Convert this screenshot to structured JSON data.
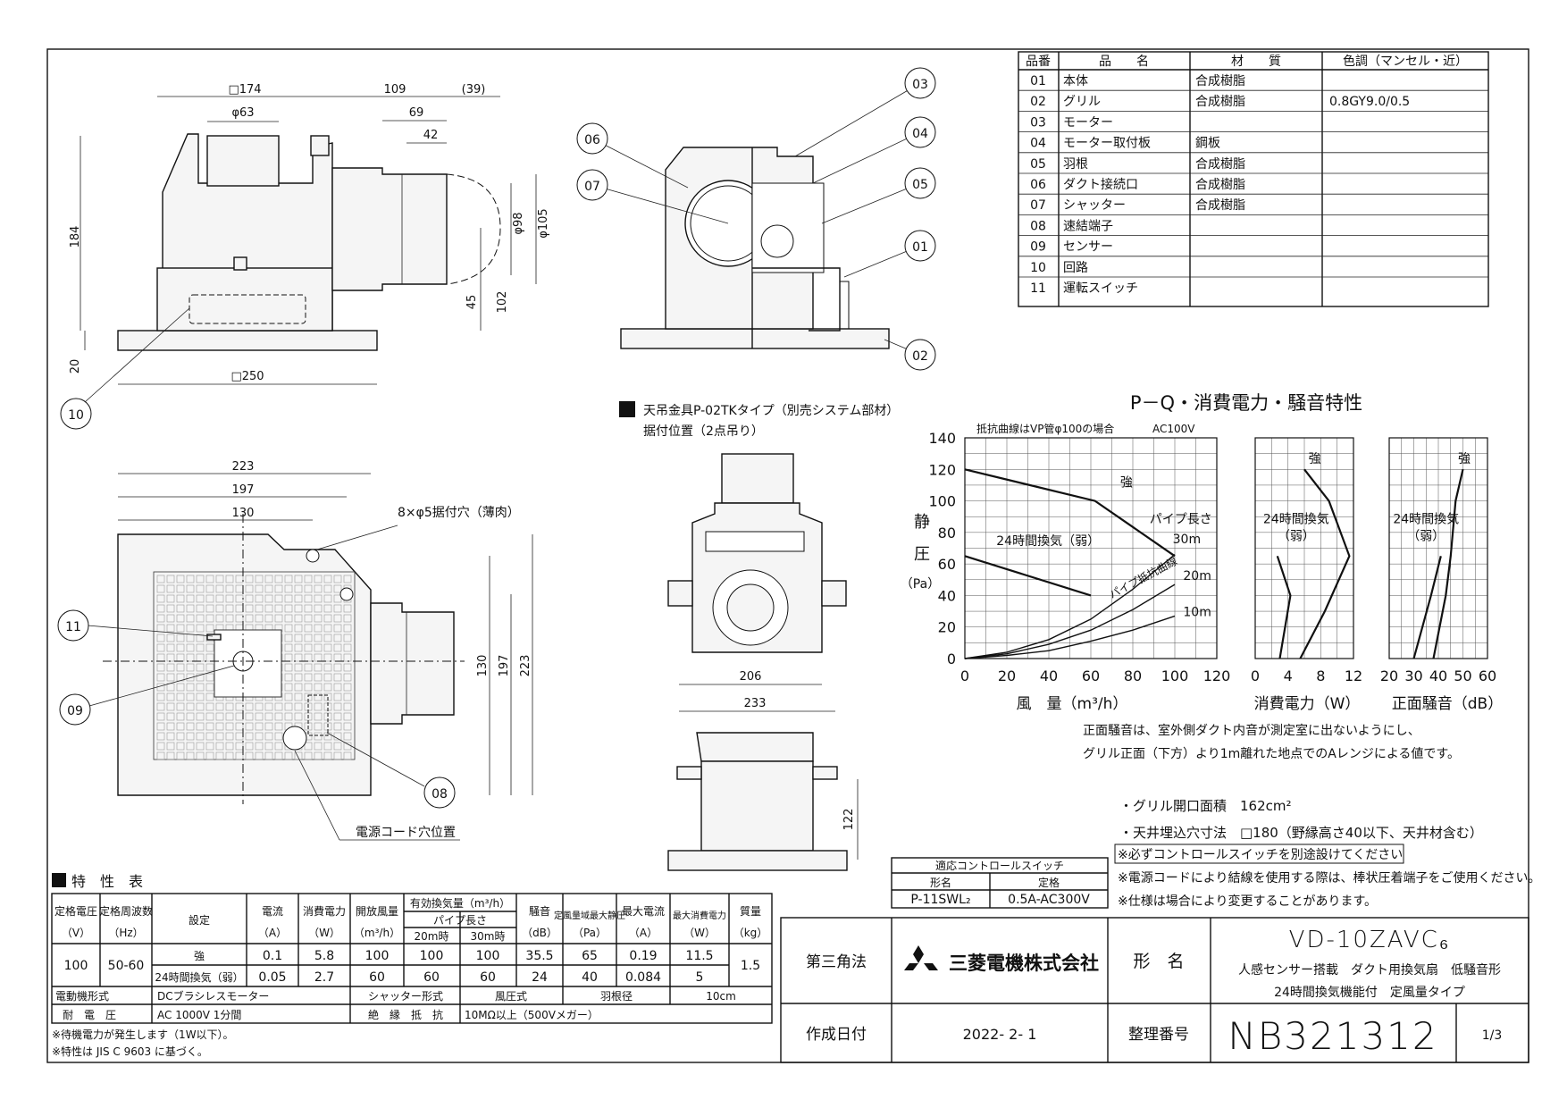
{
  "parts_table": {
    "headers": [
      "品番",
      "品　　名",
      "材　　質",
      "色調（マンセル・近）"
    ],
    "rows": [
      [
        "01",
        "本体",
        "合成樹脂",
        ""
      ],
      [
        "02",
        "グリル",
        "合成樹脂",
        "0.8GY9.0/0.5"
      ],
      [
        "03",
        "モーター",
        "",
        ""
      ],
      [
        "04",
        "モーター取付板",
        "鋼板",
        ""
      ],
      [
        "05",
        "羽根",
        "合成樹脂",
        ""
      ],
      [
        "06",
        "ダクト接続口",
        "合成樹脂",
        ""
      ],
      [
        "07",
        "シャッター",
        "合成樹脂",
        ""
      ],
      [
        "08",
        "速結端子",
        "",
        ""
      ],
      [
        "09",
        "センサー",
        "",
        ""
      ],
      [
        "10",
        "回路",
        "",
        ""
      ],
      [
        "11",
        "運転スイッチ",
        "",
        ""
      ]
    ]
  },
  "side_view": {
    "dims": {
      "d174": "□174",
      "d109": "109",
      "d39": "(39)",
      "d63": "φ63",
      "d69": "69",
      "d42": "42",
      "d184": "184",
      "d98": "φ98",
      "d105": "φ105",
      "d45": "45",
      "d102": "102",
      "d20": "20",
      "d250": "□250"
    },
    "callout": "10"
  },
  "section_view": {
    "callouts": [
      "06",
      "07",
      "03",
      "04",
      "05",
      "01",
      "02"
    ]
  },
  "plan_view": {
    "dims": {
      "d223": "223",
      "d197": "197",
      "d130": "130",
      "v130": "130",
      "v197": "197",
      "v223": "223"
    },
    "holes_label": "8×φ5据付穴（薄肉）",
    "cord_label": "電源コード穴位置",
    "callouts": [
      "11",
      "09",
      "08"
    ]
  },
  "bracket": {
    "title": "天吊金具P-02TKタイプ（別売システム部材）",
    "subtitle": "据付位置（2点吊り）",
    "dims": {
      "d206": "206",
      "d233": "233",
      "d122": "122"
    }
  },
  "chart_header": {
    "title": "P－Q・消費電力・騒音特性",
    "note": "抵抗曲線はVP管φ100の場合",
    "voltage": "AC100V"
  },
  "chart_data": [
    {
      "type": "line",
      "title": "",
      "xlabel": "風　量（m³/h）",
      "ylabel": "静圧（Pa）",
      "ylabel_chars": [
        "静",
        "圧",
        "（Pa）"
      ],
      "xlim": [
        0,
        120
      ],
      "ylim": [
        0,
        140
      ],
      "xticks": [
        0,
        20,
        40,
        60,
        80,
        100,
        120
      ],
      "yticks": [
        0,
        20,
        40,
        60,
        80,
        100,
        120,
        140
      ],
      "grid": true,
      "series": [
        {
          "name": "強",
          "x": [
            0,
            62,
            100
          ],
          "y": [
            120,
            100,
            65
          ]
        },
        {
          "name": "24時間換気（弱）",
          "x": [
            0,
            60
          ],
          "y": [
            65,
            40
          ]
        },
        {
          "name": "30m",
          "x": [
            0,
            20,
            40,
            60,
            80,
            100
          ],
          "y": [
            0,
            4,
            12,
            25,
            44,
            66
          ]
        },
        {
          "name": "20m",
          "x": [
            0,
            20,
            40,
            60,
            80,
            100
          ],
          "y": [
            0,
            3,
            9,
            18,
            31,
            47
          ]
        },
        {
          "name": "10m",
          "x": [
            0,
            20,
            40,
            60,
            80,
            100
          ],
          "y": [
            0,
            2,
            5,
            11,
            18,
            27
          ]
        }
      ],
      "annotations": [
        "パイプ長さ",
        "パイプ抵抗曲線"
      ]
    },
    {
      "type": "line",
      "title": "",
      "xlabel": "消費電力（W）",
      "xlim": [
        0,
        12
      ],
      "ylim": [
        0,
        140
      ],
      "xticks": [
        0,
        4,
        8,
        12
      ],
      "grid": true,
      "series": [
        {
          "name": "強",
          "x": [
            6.0,
            9.0,
            11.5,
            8.5,
            5.5
          ],
          "y": [
            120,
            100,
            65,
            30,
            0
          ]
        },
        {
          "name": "24時間換気（弱）",
          "x": [
            2.7,
            4.3,
            3.0
          ],
          "y": [
            65,
            40,
            0
          ]
        }
      ]
    },
    {
      "type": "line",
      "title": "",
      "xlabel": "正面騒音（dB）",
      "xlim": [
        20,
        60
      ],
      "ylim": [
        0,
        140
      ],
      "xticks": [
        20,
        30,
        40,
        50,
        60
      ],
      "grid": true,
      "series": [
        {
          "name": "強",
          "x": [
            50,
            47,
            45,
            43,
            38
          ],
          "y": [
            120,
            100,
            65,
            40,
            0
          ]
        },
        {
          "name": "24時間換気（弱）",
          "x": [
            41,
            37,
            30
          ],
          "y": [
            65,
            40,
            0
          ]
        }
      ]
    }
  ],
  "chart_notes": [
    "正面騒音は、室外側ダクト内音が測定室に出ないようにし、",
    "グリル正面（下方）より1m離れた地点でのAレンジによる値です。"
  ],
  "specs_notes": {
    "grill": "・グリル開口面積　162cm²",
    "ceiling": "・天井埋込穴寸法　□180（野縁高さ40以下、天井材含む）",
    "note1": "※必ずコントロールスイッチを別途設けてください",
    "note2": "※電源コードにより結線を使用する際は、棒状圧着端子をご使用ください。",
    "note3": "※仕様は場合により変更することがあります。"
  },
  "control_switch": {
    "title": "適応コントロールスイッチ",
    "col1": "形名",
    "col2": "定格",
    "model": "P-11SWL₂",
    "rating": "0.5A-AC300V"
  },
  "characteristics": {
    "title": "特　性　表",
    "h_voltage": "定格電圧",
    "h_freq": "定格周波数",
    "h_setting": "設定",
    "h_current": "電流",
    "h_power": "消費電力",
    "h_open": "開放風量",
    "h_eff": "有効換気量（m³/h）",
    "h_pipe": "パイプ長さ",
    "h_20": "20m時",
    "h_30": "30m時",
    "h_noise": "騒音",
    "h_sp": "定風量域最大静圧",
    "h_maxc": "最大電流",
    "h_maxp": "最大消費電力",
    "h_mass": "質量",
    "u_v": "（V）",
    "u_hz": "（Hz）",
    "u_a": "（A）",
    "u_w": "（W）",
    "u_m3": "（m³/h）",
    "u_db": "（dB）",
    "u_pa": "（Pa）",
    "u_a2": "（A）",
    "u_w2": "（W）",
    "u_kg": "（kg）",
    "voltage": "100",
    "freq": "50-60",
    "mass": "1.5",
    "rows": [
      {
        "setting": "強",
        "current": "0.1",
        "power": "5.8",
        "open": "100",
        "m20": "100",
        "m30": "100",
        "noise": "35.5",
        "sp": "65",
        "maxc": "0.19",
        "maxp": "11.5"
      },
      {
        "setting": "24時間換気（弱）",
        "current": "0.05",
        "power": "2.7",
        "open": "60",
        "m20": "60",
        "m30": "60",
        "noise": "24",
        "sp": "40",
        "maxc": "0.084",
        "maxp": "5"
      }
    ],
    "motor_label": "電動機形式",
    "motor": "DCブラシレスモーター",
    "shutter_label": "シャッター形式",
    "shutter": "風圧式",
    "blade_label": "羽根径",
    "blade": "10cm",
    "withstand_label": "耐　電　圧",
    "withstand": "AC 1000V 1分間",
    "insulation_label": "絶　縁　抵　抗",
    "insulation": "10MΩ以上（500Vメガー）",
    "foot1": "※待機電力が発生します（1W以下）。",
    "foot2": "※特性は JIS C 9603 に基づく。"
  },
  "title_block": {
    "projection": "第三角法",
    "company": "三菱電機株式会社",
    "model_label": "形　名",
    "model": "VD-10ZAVC₆",
    "desc1": "人感センサー搭載　ダクト用換気扇　低騒音形",
    "desc2": "24時間換気機能付　定風量タイプ",
    "date_label": "作成日付",
    "date": "2022- 2- 1",
    "number_label": "整理番号",
    "number": "NB321312",
    "sheet": "1/3"
  }
}
